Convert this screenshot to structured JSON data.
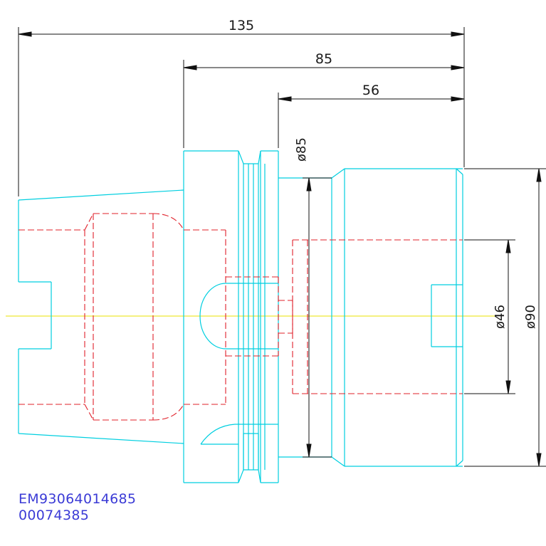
{
  "colors": {
    "part_outline": "#00cfe0",
    "hidden_lines": "#e0202a",
    "centerline": "#e8e000",
    "dimension": "#111111",
    "label": "#3b3bd6"
  },
  "dimensions": {
    "overall_length": "135",
    "mid_length": "85",
    "body_length": "56",
    "diameter_flange": "ø85",
    "diameter_bore": "ø46",
    "diameter_body": "ø90"
  },
  "labels": {
    "part_number": "EM93064014685",
    "id_number": "00074385"
  }
}
